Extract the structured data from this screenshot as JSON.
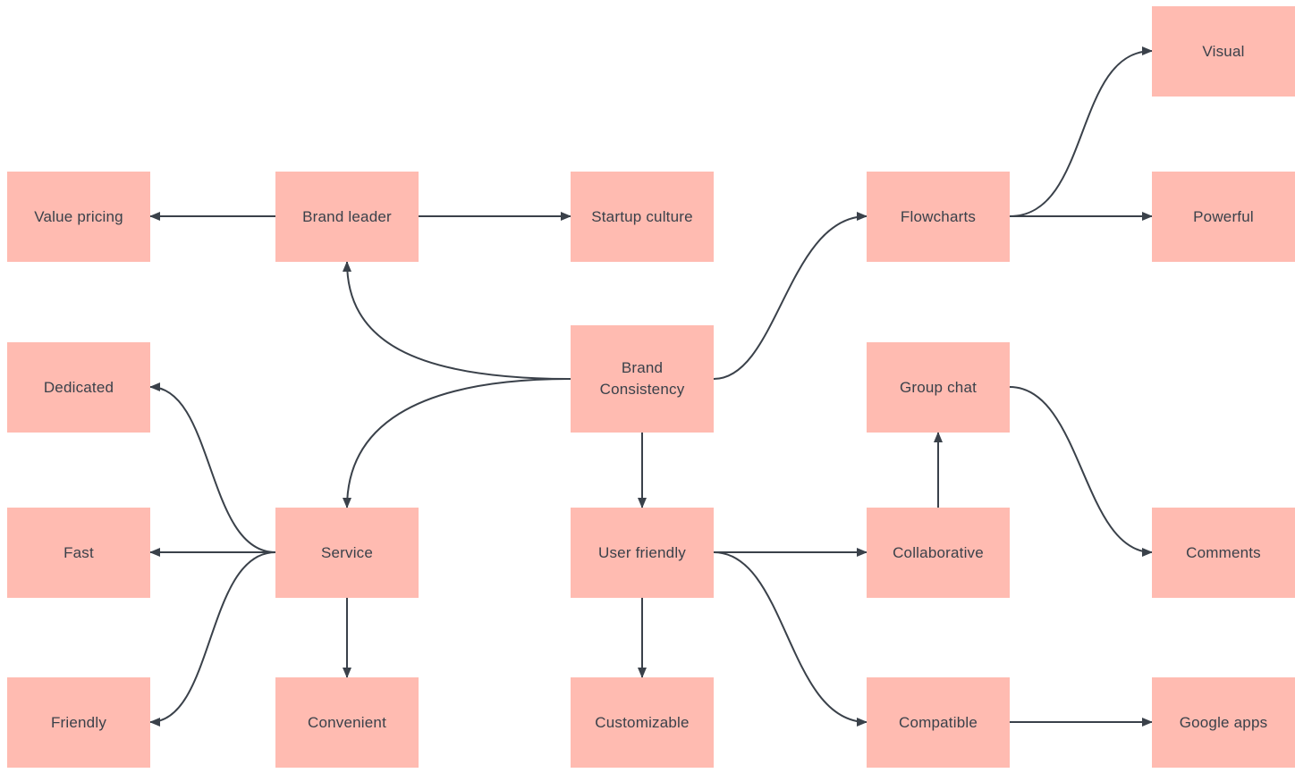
{
  "diagram": {
    "nodes": {
      "value_pricing": "Value pricing",
      "brand_leader": "Brand leader",
      "startup_culture": "Startup culture",
      "flowcharts": "Flowcharts",
      "visual": "Visual",
      "powerful": "Powerful",
      "dedicated": "Dedicated",
      "brand_consistency": "Brand Consistency",
      "group_chat": "Group chat",
      "fast": "Fast",
      "service": "Service",
      "user_friendly": "User friendly",
      "collaborative": "Collaborative",
      "comments": "Comments",
      "friendly": "Friendly",
      "convenient": "Convenient",
      "customizable": "Customizable",
      "compatible": "Compatible",
      "google_apps": "Google apps"
    },
    "edges": [
      {
        "from": "brand_consistency",
        "to": "brand_leader"
      },
      {
        "from": "brand_consistency",
        "to": "service"
      },
      {
        "from": "brand_consistency",
        "to": "flowcharts"
      },
      {
        "from": "brand_consistency",
        "to": "user_friendly"
      },
      {
        "from": "brand_leader",
        "to": "value_pricing"
      },
      {
        "from": "brand_leader",
        "to": "startup_culture"
      },
      {
        "from": "flowcharts",
        "to": "visual"
      },
      {
        "from": "flowcharts",
        "to": "powerful"
      },
      {
        "from": "service",
        "to": "dedicated"
      },
      {
        "from": "service",
        "to": "fast"
      },
      {
        "from": "service",
        "to": "friendly"
      },
      {
        "from": "service",
        "to": "convenient"
      },
      {
        "from": "user_friendly",
        "to": "collaborative"
      },
      {
        "from": "user_friendly",
        "to": "compatible"
      },
      {
        "from": "user_friendly",
        "to": "customizable"
      },
      {
        "from": "collaborative",
        "to": "group_chat"
      },
      {
        "from": "group_chat",
        "to": "comments"
      },
      {
        "from": "compatible",
        "to": "google_apps"
      }
    ],
    "colors": {
      "node_fill": "#ffbbb1",
      "edge": "#3a414a",
      "text": "#3a414a"
    }
  }
}
